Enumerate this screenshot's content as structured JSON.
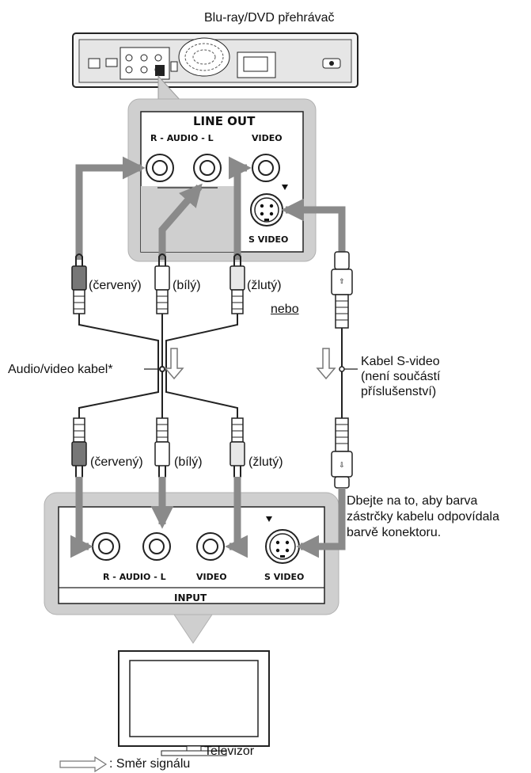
{
  "device_label": "Blu-ray/DVD přehrávač",
  "line_out": {
    "title": "LINE OUT",
    "audio": "R - AUDIO - L",
    "video": "VIDEO",
    "svideo": "S VIDEO"
  },
  "colors": {
    "red_top": "(červený)",
    "white_top": "(bílý)",
    "yellow_top": "(žlutý)",
    "red_bottom": "(červený)",
    "white_bottom": "(bílý)",
    "yellow_bottom": "(žlutý)"
  },
  "or_label": "nebo",
  "av_cable_label": "Audio/video kabel*",
  "svideo_cable": {
    "line1": "Kabel S-video",
    "line2": "(není součástí",
    "line3": "příslušenství)"
  },
  "note": {
    "line1": "Dbejte na to, aby barva",
    "line2": "zástrčky kabelu odpovídala",
    "line3": "barvě konektoru."
  },
  "input_panel": {
    "title": "INPUT",
    "audio": "R - AUDIO - L",
    "video": "VIDEO",
    "svideo": "S VIDEO"
  },
  "tv_label": "Televizor",
  "legend_label": ": Směr signálu",
  "palette": {
    "gray_fill": "#cfcfcf",
    "arrow_gray": "#8a8a8a",
    "dark": "#222222"
  }
}
